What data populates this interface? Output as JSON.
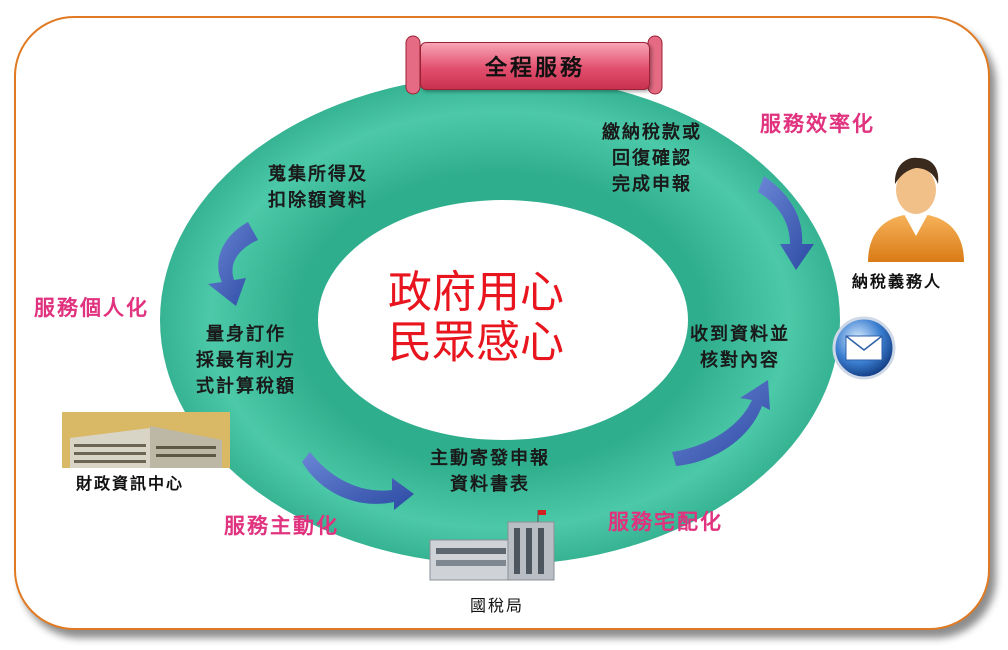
{
  "title": "全程服務",
  "center_text": "政府用心\n 民眾感心",
  "steps": {
    "collect": "蒐集所得及\n扣除額資料",
    "tailor": "量身訂作\n採最有利方\n式計算稅額",
    "mail": "主動寄發申報\n資料書表",
    "receive": "收到資料並\n核對內容",
    "pay": "繳納稅款或\n回復確認\n完成申報"
  },
  "tags": {
    "efficiency": "服務效率化",
    "personal": "服務個人化",
    "proactive": "服務主動化",
    "delivery": "服務宅配化"
  },
  "actors": {
    "taxpayer": "納稅義務人",
    "fia": "財政資訊中心",
    "bureau": "國稅局"
  },
  "colors": {
    "ring": "#3ebe9e",
    "arrow": "#3f5fb8",
    "tag": "#e0327e",
    "center": "#e8141e",
    "border": "#e07a22"
  },
  "icons": [
    "person-icon",
    "envelope-icon",
    "building-icon",
    "tax-office-icon"
  ]
}
